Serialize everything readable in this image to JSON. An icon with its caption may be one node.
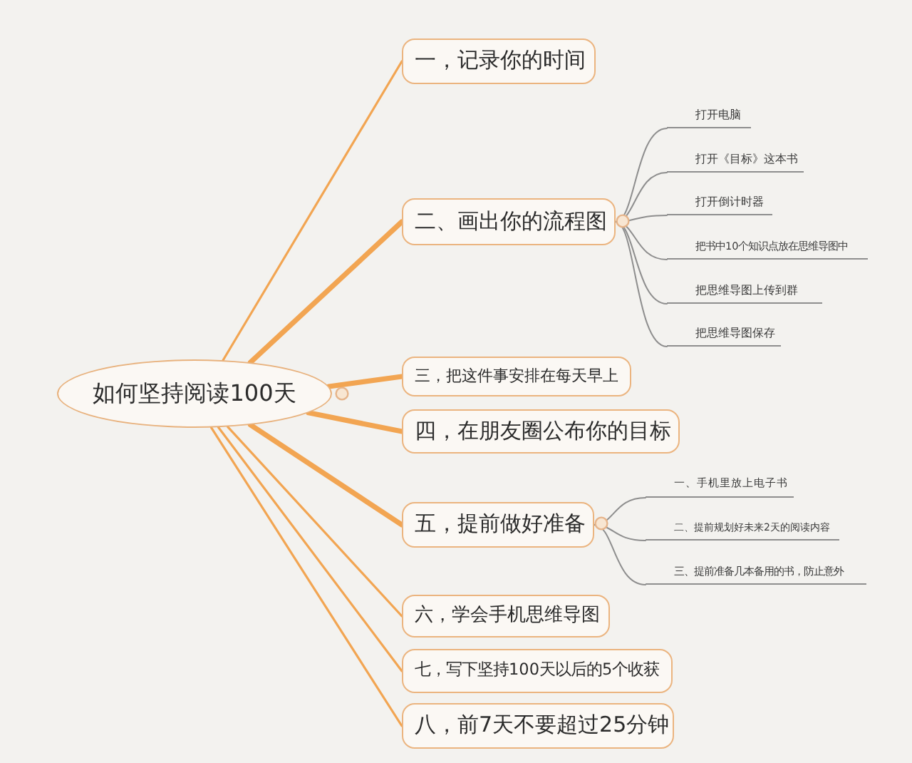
{
  "diagram": {
    "nodes": [
      {
        "text": [
          "如何坚持阅读100天"
        ]
      },
      {
        "text": [
          "一，记录你的时间"
        ]
      },
      {
        "text": [
          "二、画出你的流程图"
        ]
      },
      {
        "text": [
          "打开电脑"
        ]
      },
      {
        "text": [
          "打开《目标》这本书"
        ]
      },
      {
        "text": [
          "打开倒计时器"
        ]
      },
      {
        "text": [
          "把书中10个知识点放在思维导图中"
        ]
      },
      {
        "text": [
          "把思维导图上传到群"
        ]
      },
      {
        "text": [
          "把思维导图保存"
        ]
      },
      {
        "text": [
          "三，把这件事安排在每天早上"
        ]
      },
      {
        "text": [
          "四，在朋友圈公布你的目标"
        ]
      },
      {
        "text": [
          "五，提前做好准备"
        ]
      },
      {
        "text": [
          "一、手机里放上电子书"
        ]
      },
      {
        "text": [
          "二、提前规划好未来2天的阅读内容"
        ]
      },
      {
        "text": [
          "三、提前准备几本备用的书，防止意外"
        ]
      },
      {
        "text": [
          "六，学会手机思维导图"
        ]
      },
      {
        "text": [
          "七，写下坚持100天以后的5个收获"
        ]
      },
      {
        "text": [
          "八，前7天不要超过25分钟"
        ]
      }
    ],
    "edges": [
      {
        "from": 0,
        "to": 1,
        "arrow": "none",
        "color": "#f2a552"
      },
      {
        "from": 0,
        "to": 2,
        "arrow": "none",
        "style": "thick",
        "color": "#f2a552"
      },
      {
        "from": 2,
        "to": 3,
        "arrow": "none"
      },
      {
        "from": 2,
        "to": 4,
        "arrow": "none"
      },
      {
        "from": 2,
        "to": 5,
        "arrow": "none"
      },
      {
        "from": 2,
        "to": 6,
        "arrow": "none"
      },
      {
        "from": 2,
        "to": 7,
        "arrow": "none"
      },
      {
        "from": 2,
        "to": 8,
        "arrow": "none"
      },
      {
        "from": 0,
        "to": 9,
        "arrow": "none",
        "style": "thick",
        "color": "#f2a552"
      },
      {
        "from": 0,
        "to": 10,
        "arrow": "none",
        "style": "thick",
        "color": "#f2a552"
      },
      {
        "from": 0,
        "to": 11,
        "arrow": "none",
        "style": "thick",
        "color": "#f2a552"
      },
      {
        "from": 11,
        "to": 12,
        "arrow": "none"
      },
      {
        "from": 11,
        "to": 13,
        "arrow": "none"
      },
      {
        "from": 11,
        "to": 14,
        "arrow": "none"
      },
      {
        "from": 0,
        "to": 15,
        "arrow": "none",
        "color": "#f2a552"
      },
      {
        "from": 0,
        "to": 16,
        "arrow": "none",
        "color": "#f2a552"
      },
      {
        "from": 0,
        "to": 17,
        "arrow": "none",
        "color": "#f2a552"
      }
    ]
  }
}
